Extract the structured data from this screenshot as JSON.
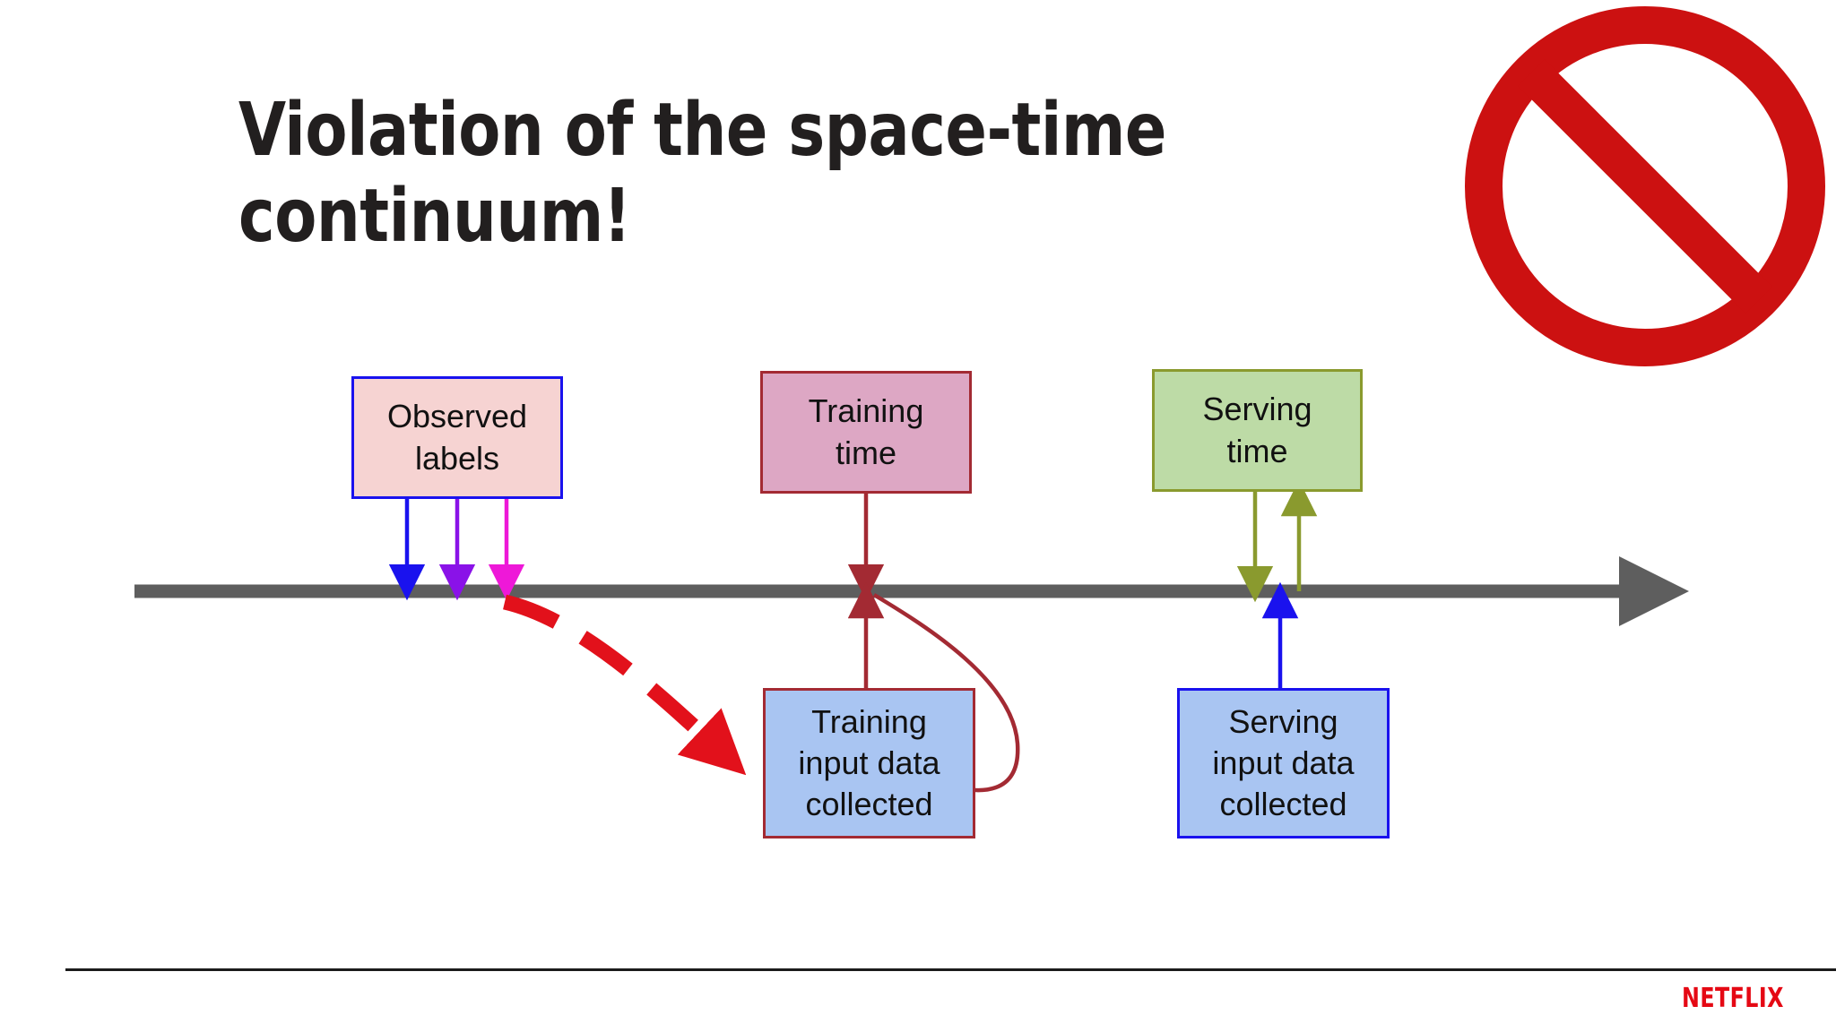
{
  "slide": {
    "title": "Violation of the space-time\ncontinuum!",
    "title_color": "#221f1f",
    "background": "#ffffff"
  },
  "badge": {
    "icon_name": "prohibition-sign",
    "color": "#cc1111"
  },
  "diagram": {
    "timeline": {
      "name": "time-axis",
      "color": "#5e5e5e",
      "direction": "left-to-right"
    },
    "nodes": [
      {
        "id": "observed-labels",
        "label": "Observed\nlabels",
        "fill": "#f6d3d2",
        "border": "#1a12ee",
        "row": "above-timeline"
      },
      {
        "id": "training-time",
        "label": "Training\ntime",
        "fill": "#dda7c4",
        "border": "#a32a33",
        "row": "above-timeline"
      },
      {
        "id": "serving-time",
        "label": "Serving\ntime",
        "fill": "#bddba6",
        "border": "#8a9a2e",
        "row": "above-timeline"
      },
      {
        "id": "training-input-data-collected",
        "label": "Training\ninput data\ncollected",
        "fill": "#a9c5f2",
        "border": "#a32a33",
        "row": "below-timeline"
      },
      {
        "id": "serving-input-data-collected",
        "label": "Serving\ninput data\ncollected",
        "fill": "#a9c5f2",
        "border": "#1a12ee",
        "row": "below-timeline"
      }
    ],
    "connectors": [
      {
        "id": "observed-label-tick-1",
        "color": "#1a12ee",
        "style": "solid",
        "direction": "down"
      },
      {
        "id": "observed-label-tick-2",
        "color": "#8a12e8",
        "style": "solid",
        "direction": "down"
      },
      {
        "id": "observed-label-tick-3",
        "color": "#ee18d8",
        "style": "solid",
        "direction": "down"
      },
      {
        "id": "training-time-to-axis",
        "color": "#a32a33",
        "style": "solid",
        "direction": "down"
      },
      {
        "id": "training-input-to-axis",
        "color": "#a32a33",
        "style": "solid",
        "direction": "up"
      },
      {
        "id": "axis-to-training-input-curve",
        "color": "#a32a33",
        "style": "curved",
        "direction": "down-left"
      },
      {
        "id": "serving-time-to-axis",
        "color": "#8a9a2e",
        "style": "solid",
        "direction": "down"
      },
      {
        "id": "axis-to-serving-time",
        "color": "#8a9a2e",
        "style": "solid",
        "direction": "up"
      },
      {
        "id": "serving-input-to-axis",
        "color": "#1a12ee",
        "style": "solid",
        "direction": "up"
      },
      {
        "id": "violation-arrow",
        "color": "#e2111b",
        "style": "dashed-curved",
        "direction": "down-right"
      }
    ]
  },
  "footer": {
    "brand": "NETFLIX",
    "brand_color": "#e50914",
    "divider_color": "#1b1b1b"
  }
}
